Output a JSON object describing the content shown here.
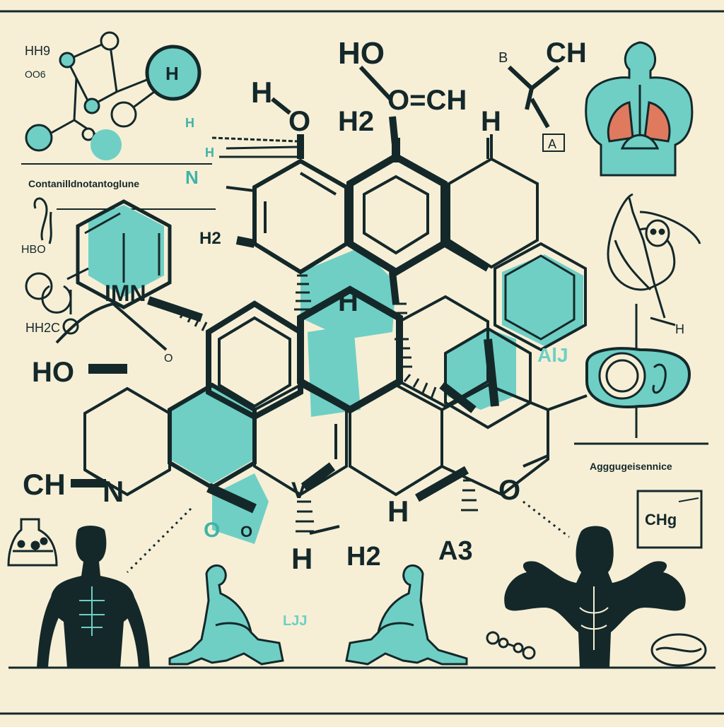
{
  "colors": {
    "background": "#f6efd6",
    "ink": "#14282a",
    "teal": "#6fcfc4",
    "teal_dark": "#3fb3a6",
    "lung": "#e07a5f"
  },
  "captions": {
    "top_left": "Contanilldnotantoglune",
    "right": "Agggugeisennice"
  },
  "labels": {
    "hh_top": "HH9",
    "oo_small": "OO6",
    "h_circle": "H",
    "ho_top": "HO",
    "och": "O=CH",
    "h2_top": "H2",
    "b_small": "B",
    "ch_top": "CH",
    "h_left_ring": "H",
    "o_left_ring": "O",
    "h_right": "H",
    "a_box": "A",
    "h_teal1": "H",
    "h_teal2": "H",
    "n_teal": "N",
    "h_upper": "H",
    "h2_mid": "H2",
    "hbo": "HBO",
    "imn": "IMN",
    "hhc": "HH2C",
    "o_small": "O",
    "ho_big": "HO",
    "h_center": "H",
    "al_teal": "AlJ",
    "h_right_body": "H",
    "ch_bottom": "CH",
    "n_bottom": "N",
    "v": "V",
    "o_teal_bottom": "O",
    "o_bottom2": "O",
    "h_mid_bottom": "H",
    "o_right": "O",
    "h_bottom": "H",
    "h2_bottom": "H2",
    "a3": "A3",
    "chg": "CHg",
    "lj_teal": "LJJ"
  }
}
